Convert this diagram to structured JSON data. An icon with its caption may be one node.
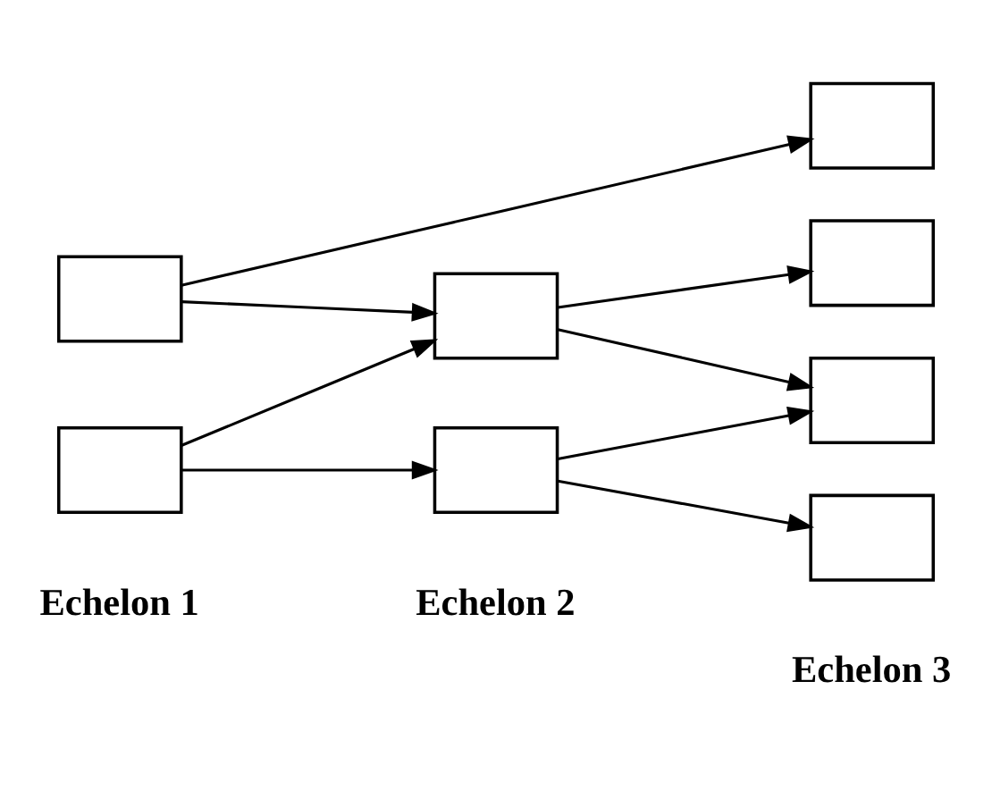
{
  "diagram": {
    "nodes": [
      {
        "text": [],
        "shape": "box"
      },
      {
        "text": [],
        "shape": "box"
      },
      {
        "text": [],
        "shape": "box"
      },
      {
        "text": [],
        "shape": "box"
      },
      {
        "text": [],
        "shape": "box"
      },
      {
        "text": [],
        "shape": "box"
      },
      {
        "text": [],
        "shape": "box"
      },
      {
        "text": [],
        "shape": "box"
      }
    ],
    "edges": [
      {
        "from": 0,
        "to": 4,
        "arrow": "to"
      },
      {
        "from": 0,
        "to": 2,
        "arrow": "to"
      },
      {
        "from": 1,
        "to": 2,
        "arrow": "to"
      },
      {
        "from": 1,
        "to": 3,
        "arrow": "to"
      },
      {
        "from": 2,
        "to": 5,
        "arrow": "to"
      },
      {
        "from": 2,
        "to": 6,
        "arrow": "to"
      },
      {
        "from": 3,
        "to": 6,
        "arrow": "to"
      },
      {
        "from": 3,
        "to": 7,
        "arrow": "to"
      }
    ],
    "labels": [
      "Echelon 1",
      "Echelon 2",
      "Echelon 3"
    ]
  }
}
